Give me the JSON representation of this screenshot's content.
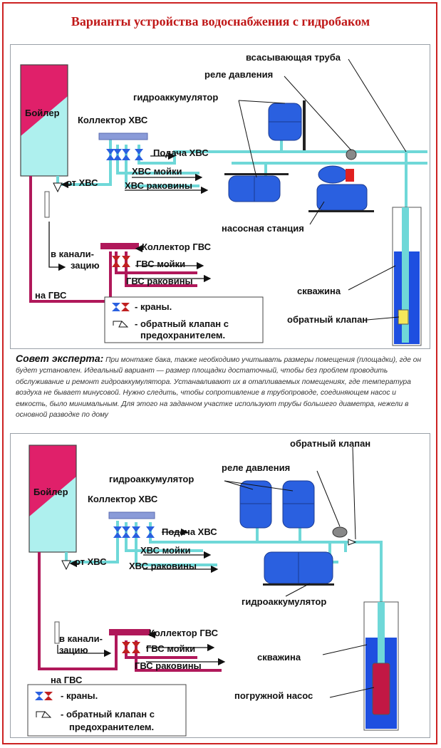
{
  "title": "Варианты устройства водоснабжения с гидробаком",
  "colors": {
    "frame": "#cc2222",
    "boiler_top": "#e0206a",
    "boiler_body": "#aef0ee",
    "pipe_cold": "#6fd8d8",
    "pipe_hot": "#b0185a",
    "tank": "#2a60e0",
    "collector_cold": "#8a9bd8",
    "well_water": "#1e4fe0"
  },
  "diagram1": {
    "boiler": "Бойлер",
    "collector_cold": "Коллектор ХВС",
    "feed_cold": "Подача ХВС",
    "cold_sink": "ХВС мойки",
    "cold_basin": "ХВС раковины",
    "from_cold": "от ХВС",
    "sewer_1": "в канали-",
    "sewer_2": "зацию",
    "collector_hot": "Коллектор ГВС",
    "hot_sink": "ГВС мойки",
    "hot_basin": "ГВС раковины",
    "to_hot": "на ГВС",
    "suction_pipe": "всасывающая труба",
    "pressure_relay": "реле давления",
    "accumulator": "гидроаккумулятор",
    "pump_station": "насосная станция",
    "well": "скважина",
    "check_valve": "обратный клапан",
    "legend_taps": "- краны.",
    "legend_valve_1": "- обратный клапан с",
    "legend_valve_2": "предохранителем."
  },
  "tip": {
    "heading": "Совет эксперта:",
    "text": "При монтаже бака, также необходимо учитывать размеры помещения (площадки), где он будет установлен. Идеальный вариант — размер площадки достаточный, чтобы без проблем проводить обслуживание и ремонт гидроаккумулятора. Устанавливают их в отапливаемых помещениях, где температура воздуха не бывает минусовой. Нужно следить, чтобы сопротивление в трубопроводе, соединяющем насос и емкость, было минимальным. Для этого на заданном участке используют трубы большего диаметра, нежели в основной разводке по дому"
  },
  "diagram2": {
    "boiler": "Бойлер",
    "collector_cold": "Коллектор ХВС",
    "feed_cold": "Подача ХВС",
    "cold_sink": "ХВС мойки",
    "cold_basin": "ХВС раковины",
    "from_cold": "от ХВС",
    "sewer_1": "в канали-",
    "sewer_2": "зацию",
    "collector_hot": "Коллектор ГВС",
    "hot_sink": "ГВС мойки",
    "hot_basin": "ГВС раковины",
    "to_hot": "на ГВС",
    "check_valve": "обратный клапан",
    "pressure_relay": "реле давления",
    "accumulator_top": "гидроаккумулятор",
    "accumulator_bottom": "гидроаккумулятор",
    "well": "скважина",
    "submersible_pump": "погружной насос",
    "legend_taps": "- краны.",
    "legend_valve_1": "- обратный клапан с",
    "legend_valve_2": "предохранителем."
  }
}
